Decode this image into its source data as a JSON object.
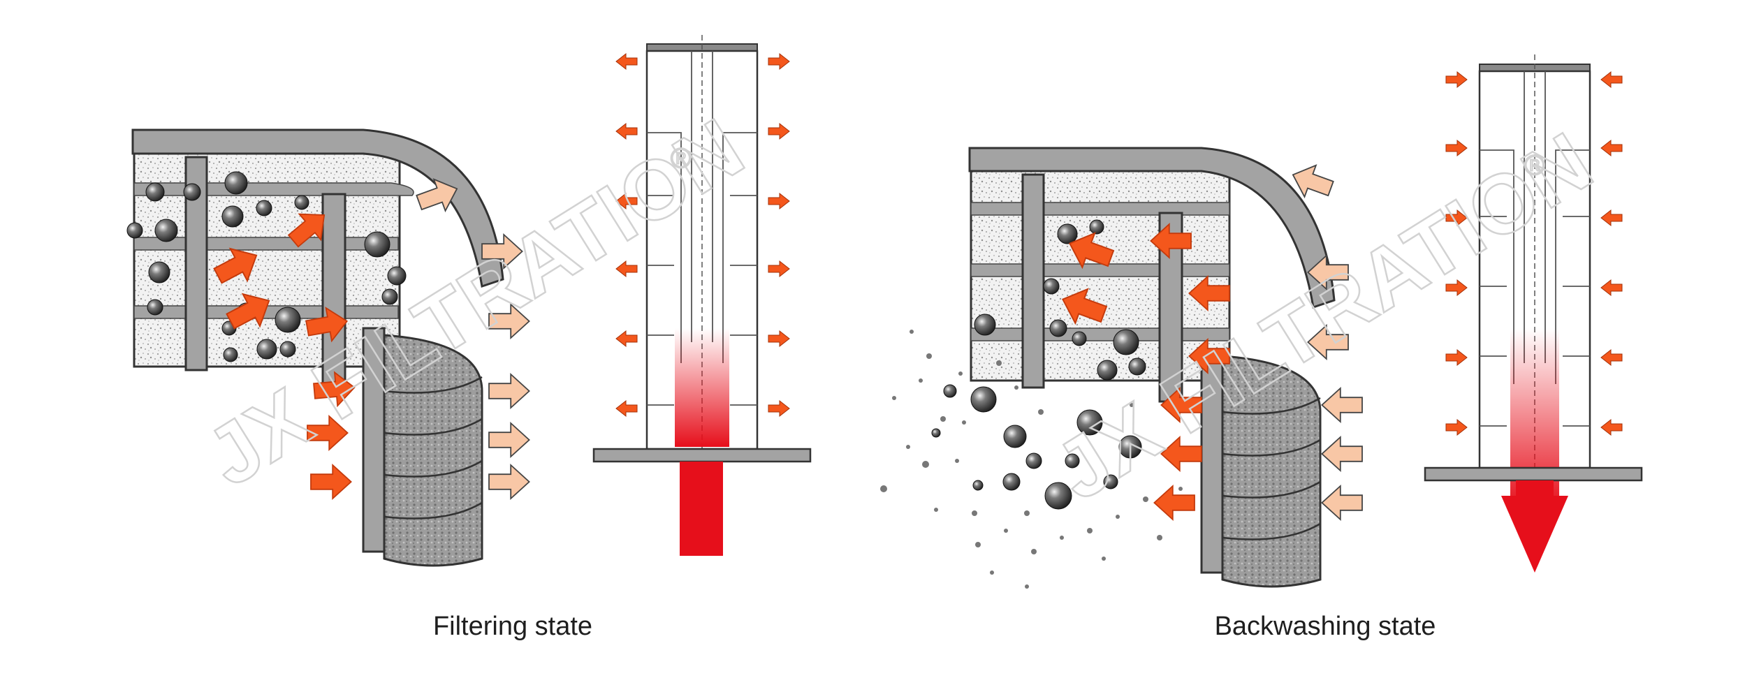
{
  "captions": {
    "filtering": "Filtering state",
    "backwashing": "Backwashing state"
  },
  "watermark": "JX FILTRATION",
  "colors": {
    "flow_arrow": "#f4571c",
    "flow_arrow_light": "#f8c7a6",
    "flow_center": "#e60f1b",
    "frame_gray": "#a3a3a3",
    "particle": "#2c2c2c"
  },
  "icons": {
    "particle": "sphere",
    "flow": "arrow"
  }
}
